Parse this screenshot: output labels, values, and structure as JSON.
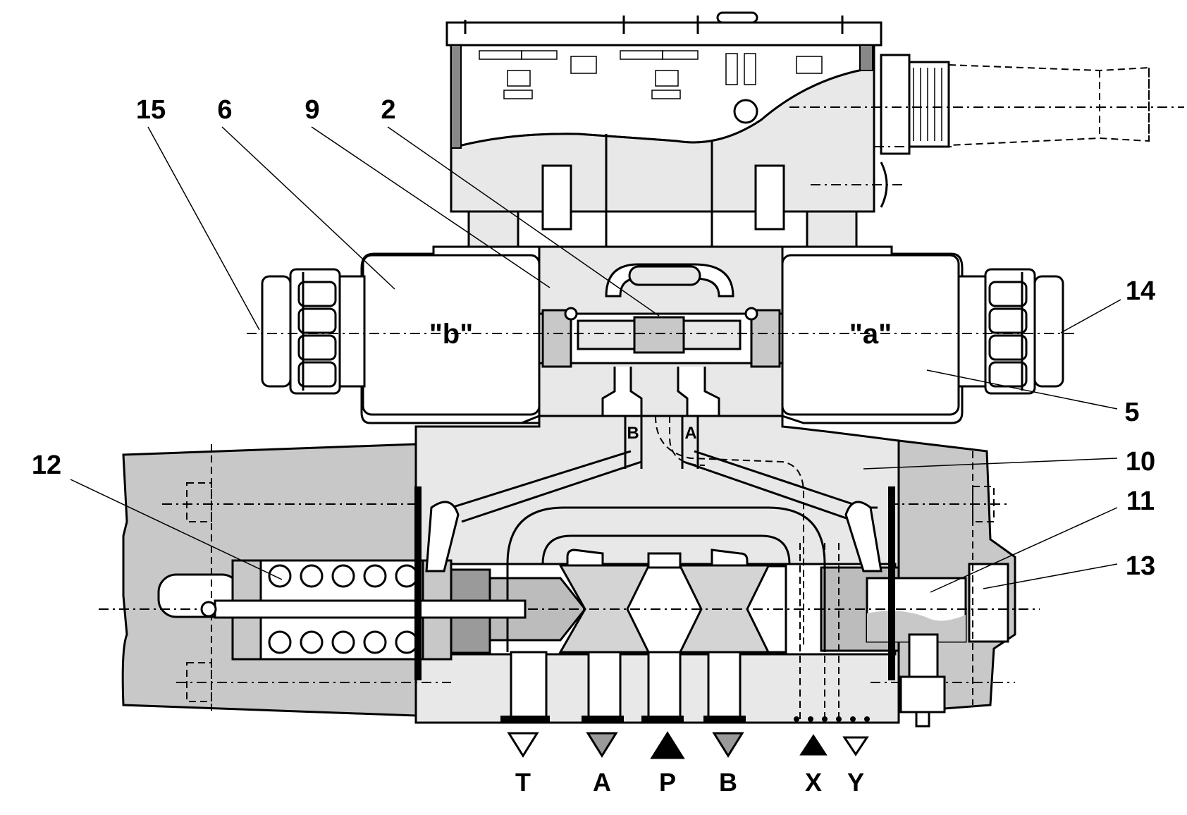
{
  "callouts": {
    "c15": "15",
    "c6": "6",
    "c9": "9",
    "c2": "2",
    "c14": "14",
    "c5": "5",
    "c10": "10",
    "c11": "11",
    "c12": "12",
    "c13": "13"
  },
  "solenoids": {
    "b": "\"b\"",
    "a": "\"a\""
  },
  "pilot_ports": {
    "B": "B",
    "A": "A"
  },
  "ports": [
    {
      "label": "T",
      "symbol": "triangle-down-open"
    },
    {
      "label": "A",
      "symbol": "triangle-down-gray"
    },
    {
      "label": "P",
      "symbol": "triangle-up-filled"
    },
    {
      "label": "B",
      "symbol": "triangle-down-gray"
    },
    {
      "label": "X",
      "symbol": "triangle-up-filled"
    },
    {
      "label": "Y",
      "symbol": "triangle-down-open"
    }
  ],
  "colors": {
    "body": "#e8e8e8",
    "shade": "#c8c8c8",
    "line": "#000000"
  }
}
